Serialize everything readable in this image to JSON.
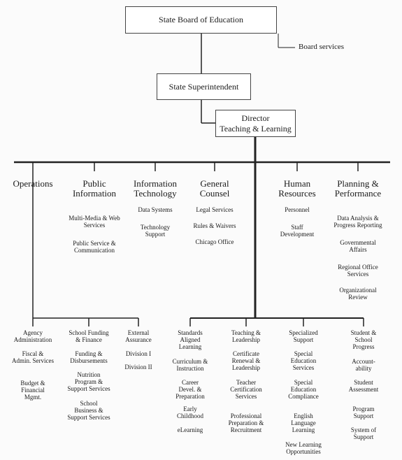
{
  "top": {
    "board": "State Board of Education",
    "board_services": "Board services",
    "superintendent": "State Superintendent",
    "director": [
      "Director",
      "Teaching & Learning"
    ]
  },
  "departments": [
    {
      "name": [
        "Operations"
      ],
      "items": []
    },
    {
      "name": [
        "Public",
        "Information"
      ],
      "items": [
        [
          "Multi-Media & Web",
          "Services"
        ],
        [
          "Public Service &",
          "Communication"
        ]
      ]
    },
    {
      "name": [
        "Information",
        "Technology"
      ],
      "items": [
        [
          "Data Systems"
        ],
        [
          "Technology",
          "Support"
        ]
      ]
    },
    {
      "name": [
        "General",
        "Counsel"
      ],
      "items": [
        [
          "Legal Services"
        ],
        [
          "Rules & Waivers"
        ],
        [
          "Chicago Office"
        ]
      ]
    },
    {
      "name": [
        "Human",
        "Resources"
      ],
      "items": [
        [
          "Personnel"
        ],
        [
          "Staff",
          "Development"
        ]
      ]
    },
    {
      "name": [
        "Planning &",
        "Performance"
      ],
      "items": [
        [
          "Data Analysis &",
          "Progress Reporting"
        ],
        [
          "Governmental",
          "Affairs"
        ],
        [
          "Regional Office",
          "Services"
        ],
        [
          "Organizational",
          "Review"
        ]
      ]
    }
  ],
  "operations_groups": [
    {
      "items": [
        [
          "Agency",
          "Administration"
        ],
        [
          "Fiscal &",
          "Admin. Services"
        ],
        [
          "Budget &",
          "Financial",
          "Mgmt."
        ]
      ]
    },
    {
      "items": [
        [
          "School Funding",
          "& Finance"
        ],
        [
          "Funding &",
          "Disbursements"
        ],
        [
          "Nutrition",
          "Program &",
          "Support Services"
        ],
        [
          "School",
          "Business &",
          "Support Services"
        ]
      ]
    },
    {
      "items": [
        [
          "External",
          "Assurance"
        ],
        [
          "Division I"
        ],
        [
          "Division II"
        ]
      ]
    }
  ],
  "teaching_groups": [
    {
      "items": [
        [
          "Standards",
          "Aligned",
          "Learning"
        ],
        [
          "Curriculum &",
          "Instruction"
        ],
        [
          "Career",
          "Devel. &",
          "Preparation"
        ],
        [
          "Early",
          "Childhood"
        ],
        [
          "eLearning"
        ]
      ]
    },
    {
      "items": [
        [
          "Teaching &",
          "Leadership"
        ],
        [
          "Certificate",
          "Renewal &",
          "Leadership"
        ],
        [
          "Teacher",
          "Certification",
          "Services"
        ],
        [
          "Professional",
          "Preparation &",
          "Recruitment"
        ]
      ]
    },
    {
      "items": [
        [
          "Specialized",
          "Support"
        ],
        [
          "Special",
          "Education",
          "Services"
        ],
        [
          "Special",
          "Education",
          "Compliance"
        ],
        [
          "English",
          "Language",
          "Learning"
        ],
        [
          "New Learning",
          "Opportunities"
        ]
      ]
    },
    {
      "items": [
        [
          "Student &",
          "School",
          "Progress"
        ],
        [
          "Account-",
          "ability"
        ],
        [
          "Student",
          "Assessment"
        ],
        [
          "Program",
          "Support"
        ],
        [
          "System of",
          "Support"
        ]
      ]
    }
  ]
}
